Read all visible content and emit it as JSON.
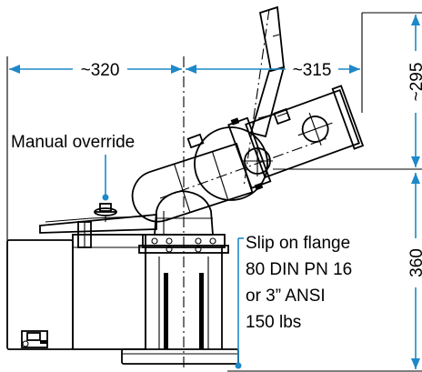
{
  "dimensions": {
    "left_width": "~320",
    "right_width": "~315",
    "upper_height": "~295",
    "lower_height": "360"
  },
  "labels": {
    "manual_override": "Manual override",
    "flange_line1": "Slip on flange",
    "flange_line2": "80 DIN PN 16",
    "flange_line3": "or 3” ANSI",
    "flange_line4": "150 lbs"
  },
  "colors": {
    "dimension_line": "#1e88c8",
    "drawing": "#000000"
  }
}
